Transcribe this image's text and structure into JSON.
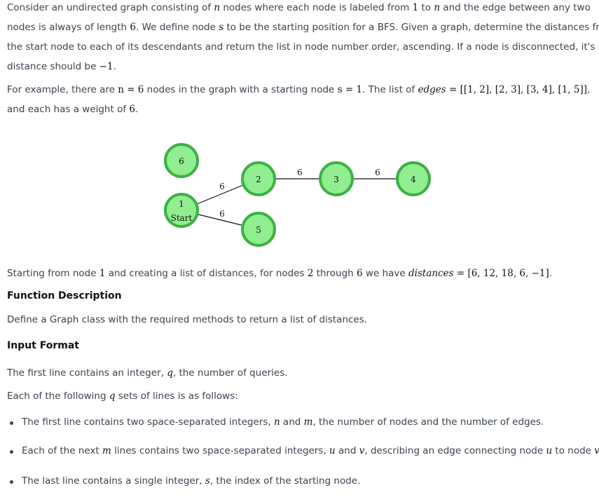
{
  "intro": {
    "l1": {
      "a": "Consider an undirected graph consisting of ",
      "n": "n",
      "b": " nodes where each node is labeled from ",
      "one": "1",
      "c": " to ",
      "n2": "n",
      "d": " and the edge between any two"
    },
    "l2": {
      "a": "nodes is always of length ",
      "six": "6",
      "b": ". We define node ",
      "s": "s",
      "c": " to be the starting position for a BFS. Given a graph, determine the distances from"
    },
    "l3": "the start node to each of its descendants and return the list in node number order, ascending. If a node is disconnected, it's",
    "l4": {
      "a": "distance should be ",
      "neg": "−1",
      "b": "."
    }
  },
  "example": {
    "l1": {
      "a": "For example, there are ",
      "n_eq": "n = 6",
      "b": " nodes in the graph with a starting node ",
      "s_eq": "s = 1",
      "c": ". The list of ",
      "edges_var": "edges",
      "edges_val": " = [[1, 2], [2, 3], [3, 4], [1, 5]]",
      "d": ","
    },
    "l2": {
      "a": "and each has a weight of ",
      "six": "6",
      "b": "."
    }
  },
  "graph": {
    "nodes": [
      {
        "id": "6",
        "label": "6",
        "sub": ""
      },
      {
        "id": "1",
        "label": "1",
        "sub": "Start"
      },
      {
        "id": "2",
        "label": "2",
        "sub": ""
      },
      {
        "id": "3",
        "label": "3",
        "sub": ""
      },
      {
        "id": "4",
        "label": "4",
        "sub": ""
      },
      {
        "id": "5",
        "label": "5",
        "sub": ""
      }
    ],
    "edges": [
      {
        "from": "1",
        "to": "2",
        "weight": "6"
      },
      {
        "from": "2",
        "to": "3",
        "weight": "6"
      },
      {
        "from": "3",
        "to": "4",
        "weight": "6"
      },
      {
        "from": "1",
        "to": "5",
        "weight": "6"
      }
    ],
    "node_fill": "#90ee90",
    "node_stroke": "#3cb043"
  },
  "result": {
    "a": "Starting from node ",
    "one": "1",
    "b": " and creating a list of distances, for nodes ",
    "two": "2",
    "c": " through ",
    "six": "6",
    "d": " we have ",
    "dist_var": "distances",
    "dist_val": " = [6, 12, 18, 6, −1]",
    "e": "."
  },
  "function_description": {
    "heading": "Function Description",
    "text": "Define a Graph class with the required methods to return a list of distances."
  },
  "input_format": {
    "heading": "Input Format",
    "l1": {
      "a": "The first line contains an integer, ",
      "q": "q",
      "b": ", the number of queries."
    },
    "l2": {
      "a": "Each of the following ",
      "q": "q",
      "b": " sets of lines is as follows:"
    },
    "bullets": [
      {
        "a": "The first line contains two space-separated integers, ",
        "v1": "n",
        "b": " and ",
        "v2": "m",
        "c": ", the number of nodes and the number of edges."
      },
      {
        "a": "Each of the next ",
        "v1": "m",
        "b": " lines contains two space-separated integers, ",
        "v2": "u",
        "c": " and ",
        "v3": "v",
        "d": ", describing an edge connecting node ",
        "v4": "u",
        "e": " to node ",
        "v5": "v",
        "f": "."
      },
      {
        "a": "The last line contains a single integer, ",
        "v1": "s",
        "b": ", the index of the starting node."
      }
    ]
  }
}
